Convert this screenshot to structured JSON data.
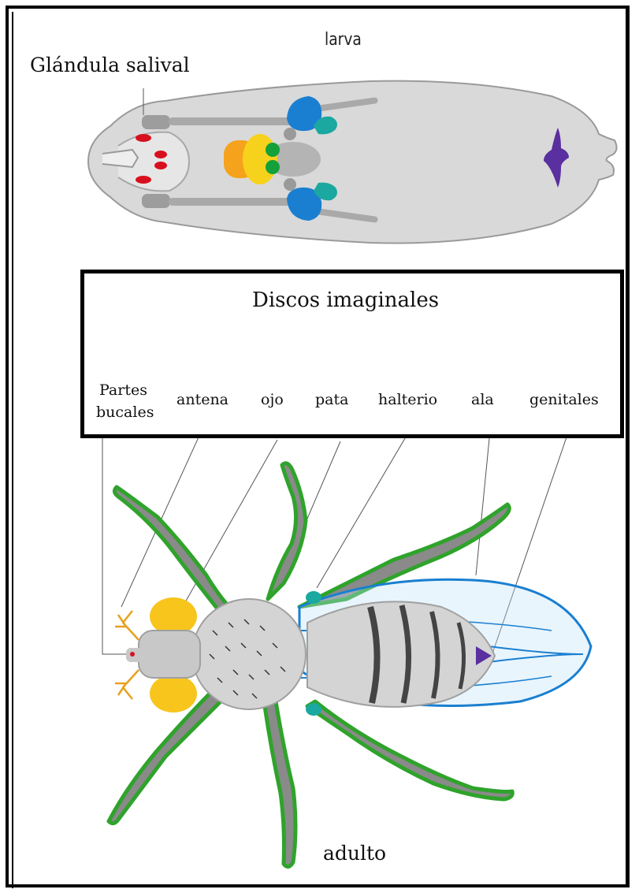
{
  "larva": {
    "title": "larva",
    "gland_label": "Glándula salival"
  },
  "legend": {
    "title": "Discos imaginales",
    "items": [
      {
        "line1": "Partes",
        "line2": "bucales"
      },
      {
        "line1": "antena"
      },
      {
        "line1": "ojo"
      },
      {
        "line1": "pata"
      },
      {
        "line1": "halterio"
      },
      {
        "line1": "ala"
      },
      {
        "line1": "genitales"
      }
    ]
  },
  "adult": {
    "label": "adulto"
  },
  "colors": {
    "mouth": "#d8101e",
    "antenna_eye": "#f7c51c",
    "leg": "#14a03a",
    "haltere": "#1aa8a0",
    "wing": "#1a7fd0",
    "genital": "#5a2fa0",
    "larva_body": "#d9d9d9"
  }
}
